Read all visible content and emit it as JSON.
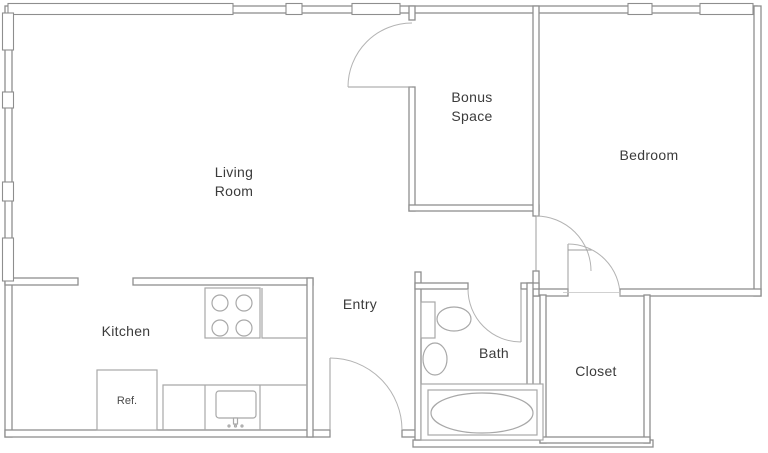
{
  "plan": {
    "rooms": {
      "living": {
        "line1": "Living",
        "line2": "Room"
      },
      "bonus": {
        "line1": "Bonus",
        "line2": "Space"
      },
      "bedroom": {
        "label": "Bedroom"
      },
      "kitchen": {
        "label": "Kitchen"
      },
      "entry": {
        "label": "Entry"
      },
      "bath": {
        "label": "Bath"
      },
      "closet": {
        "label": "Closet"
      }
    },
    "fixtures": {
      "refrigerator": {
        "label": "Ref."
      },
      "stove": "stove-4-burner",
      "kitchen_sink": "kitchen-sink",
      "bath_sink": "bath-sink",
      "toilet": "toilet",
      "bathtub": "bathtub"
    },
    "colors": {
      "wall": "#8e8e8e",
      "fixture": "#a8a8a8",
      "door_arc": "#b3b3b3",
      "text": "#3b3b3b",
      "background": "#ffffff"
    }
  }
}
